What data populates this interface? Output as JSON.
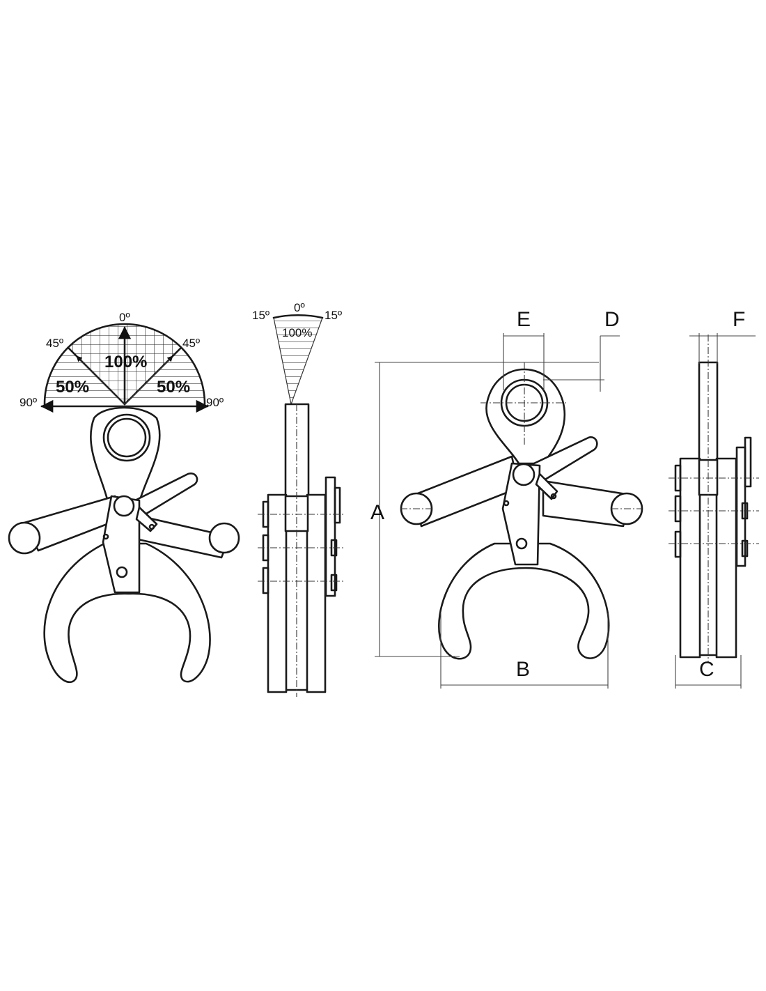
{
  "angle_chart_1": {
    "label_0": "0º",
    "label_45_left": "45º",
    "label_45_right": "45º",
    "label_90_left": "90º",
    "label_90_right": "90º",
    "label_100": "100%",
    "label_50_left": "50%",
    "label_50_right": "50%"
  },
  "angle_chart_2": {
    "label_15_left": "15º",
    "label_0": "0º",
    "label_15_right": "15º",
    "label_100": "100%"
  },
  "dimensions": {
    "A": "A",
    "B": "B",
    "C": "C",
    "D": "D",
    "E": "E",
    "F": "F"
  }
}
